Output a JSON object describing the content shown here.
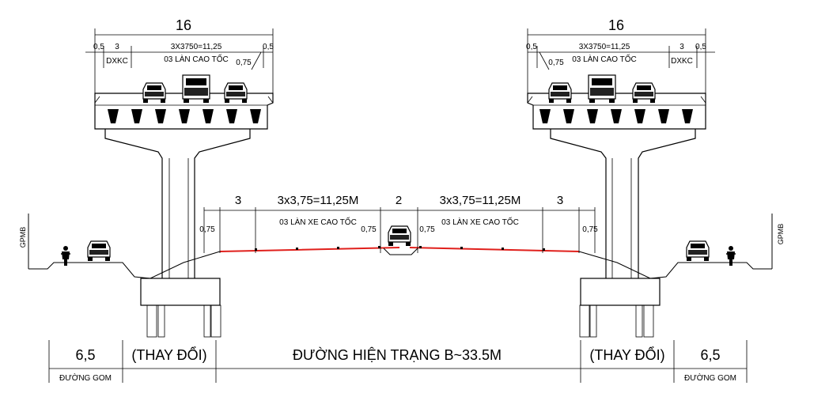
{
  "left_viaduct": {
    "total_width": "16",
    "edge_a": "0,5",
    "lane_strip": "3",
    "lanes_width": "3X3750=11,25",
    "edge_b": "0,5",
    "strip_label": "DXKC",
    "lanes_label": "03 LÀN CAO TỐC",
    "offset": "0,75"
  },
  "right_viaduct": {
    "total_width": "16",
    "edge_a": "0,5",
    "lanes_width": "3X3750=11,25",
    "lane_strip": "3",
    "edge_b": "0,5",
    "offset": "0,75",
    "lanes_label": "03 LÀN CAO TỐC",
    "strip_label": "DXKC"
  },
  "ground": {
    "left_shoulder": "3",
    "left_lanes": "3x3,75=11,25M",
    "median": "2",
    "right_lanes": "3x3,75=11,25M",
    "right_shoulder": "3",
    "left_lanes_label": "03 LÀN XE CAO TỐC",
    "right_lanes_label": "03 LÀN XE CAO TỐC",
    "offset_a": "0,75",
    "offset_b": "0,75",
    "offset_c": "0,75",
    "offset_d": "0,75"
  },
  "gpmb_left": "GPMB",
  "gpmb_right": "GPMB",
  "bottom": {
    "left_gom_width": "6,5",
    "left_variable": "(THAY ĐỔI)",
    "center": "ĐƯỜNG HIỆN TRẠNG B~33.5M",
    "right_variable": "(THAY ĐỔI)",
    "right_gom_width": "6,5",
    "left_gom_label": "ĐƯỜNG GOM",
    "right_gom_label": "ĐƯỜNG GOM"
  },
  "colors": {
    "road_surface": "#e0201c",
    "line": "#000000"
  },
  "icons": [
    "car-icon",
    "truck-icon",
    "motorbike-icon"
  ]
}
